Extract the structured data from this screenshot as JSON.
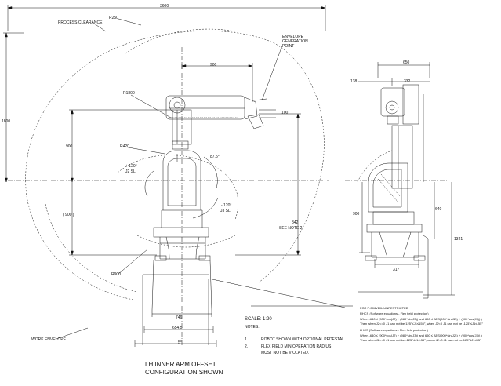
{
  "dims": {
    "top_width": "3600",
    "radius_250": "R250",
    "radius_1800": "R1800",
    "radius_420": "R420",
    "radius_900": "R900",
    "height_1800": "1800",
    "width_900": "900",
    "dim_100": "100",
    "height_900": "900",
    "height_900_paren": "( 900 )",
    "dim_842": "842",
    "see_note": "SEE NOTE 2",
    "angle_87": "87.5°",
    "angle_plus120": "+ 120°",
    "angle_minus120": "- 120°",
    "j2sl": "J2 SL",
    "j3sl": "J3 SL",
    "base_746": "746",
    "base_6545": "654.5",
    "base_5": "5°",
    "side_650": "650",
    "side_138": "138",
    "side_332": "332",
    "side_900": "900",
    "side_640": "640",
    "side_1341": "1341",
    "side_317": "317"
  },
  "labels": {
    "process_clearance": "PROCESS CLEARANCE",
    "envelope_point": [
      "ENVELOPE",
      "GENERATION",
      "POINT"
    ],
    "work_envelope": "WORK ENVELOPE",
    "scale": "SCALE: 1:20",
    "notes_title": "NOTES:",
    "notes": [
      {
        "num": "1.",
        "text": "ROBOT SHOWN WITH OPTIONAL PEDESTAL."
      },
      {
        "num": "2.",
        "text": "FLEX FIELD MIN OPERATION RADIUS"
      },
      {
        "num": "",
        "text": "MUST NOT BE VIOLATED."
      }
    ],
    "caption": [
      "LH INNER ARM OFFSET",
      "CONFIGURATION SHOWN"
    ],
    "equations": [
      "FOR P-50iB/10L UNRESTRICTED",
      "RHCS (Software equations - Flex field protection)",
      "When -640 ≤ (900*cos(J2) + (980*sin(J3)) and 650 ≤ ABS(900*sin(J2)) + (900*cos(J3)) )",
      "Then when J2<=0 J1 can not be 125°≤J1≤155°, when J2<0 J1 can not be -125°≤J1≤-55°",
      "LHCS (Software equations - Flex field protection)",
      "When -640 ≤ (900*cos(J2) + (980*sin(J3)) and 650 ≤ ABS(900*sin(J2)) + (900*cos(J3)) )",
      "Then when J2>=0 J1 can not be -125°≤J1≤-55°, when J2<0 J1 can not be 125°≤J1≤55°"
    ]
  }
}
